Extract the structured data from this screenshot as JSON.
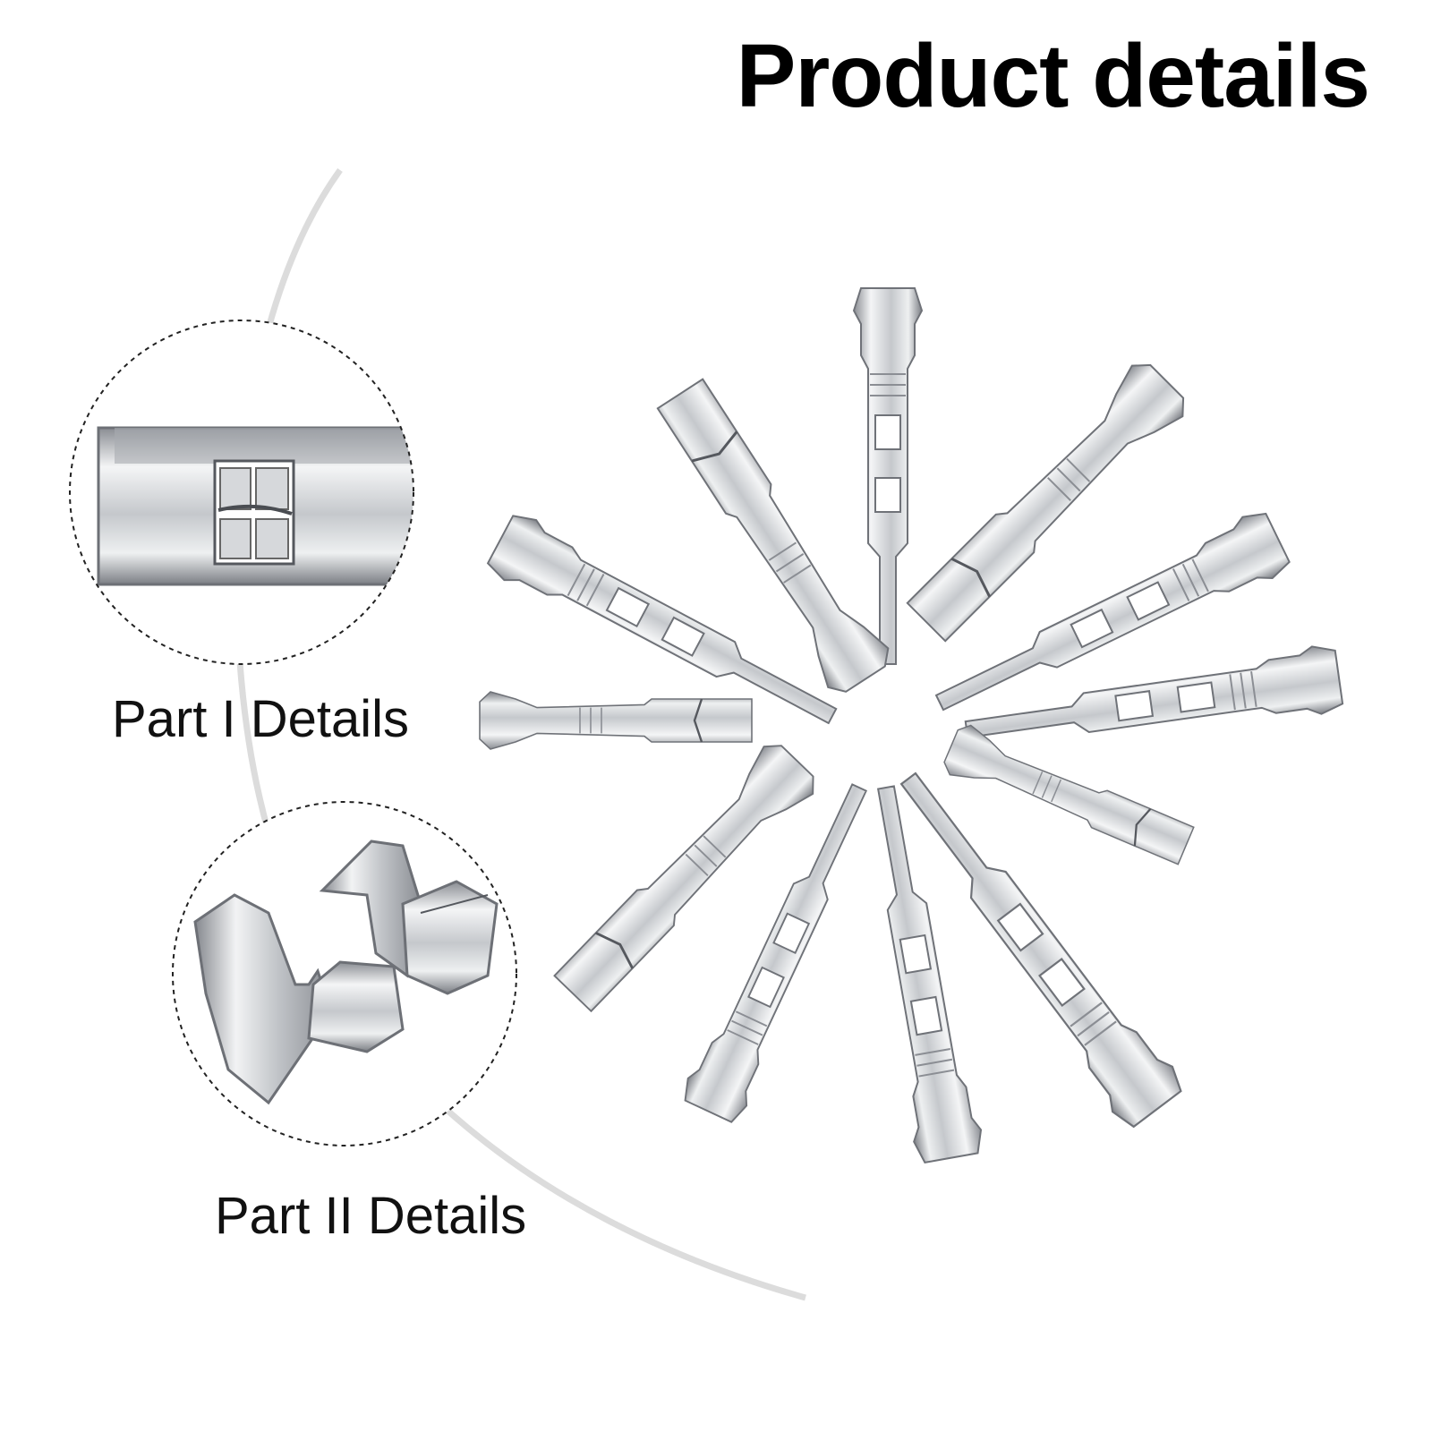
{
  "page": {
    "title": "Product details"
  },
  "callouts": [
    {
      "label": "Part I Details"
    },
    {
      "label": "Part II Details"
    }
  ],
  "colors": {
    "background": "#ffffff",
    "text": "#000000",
    "metal_light": "#f1f2f3",
    "metal_mid": "#c9cbcf",
    "metal_dark": "#7d8086",
    "arc": "#d9d9d9"
  },
  "illustration": {
    "terminal_count": 12,
    "items": [
      "crimp-terminal",
      "crimp-terminal",
      "crimp-terminal",
      "crimp-terminal",
      "crimp-terminal",
      "crimp-terminal",
      "crimp-terminal",
      "crimp-terminal",
      "crimp-terminal",
      "crimp-terminal",
      "crimp-terminal",
      "crimp-terminal"
    ]
  }
}
